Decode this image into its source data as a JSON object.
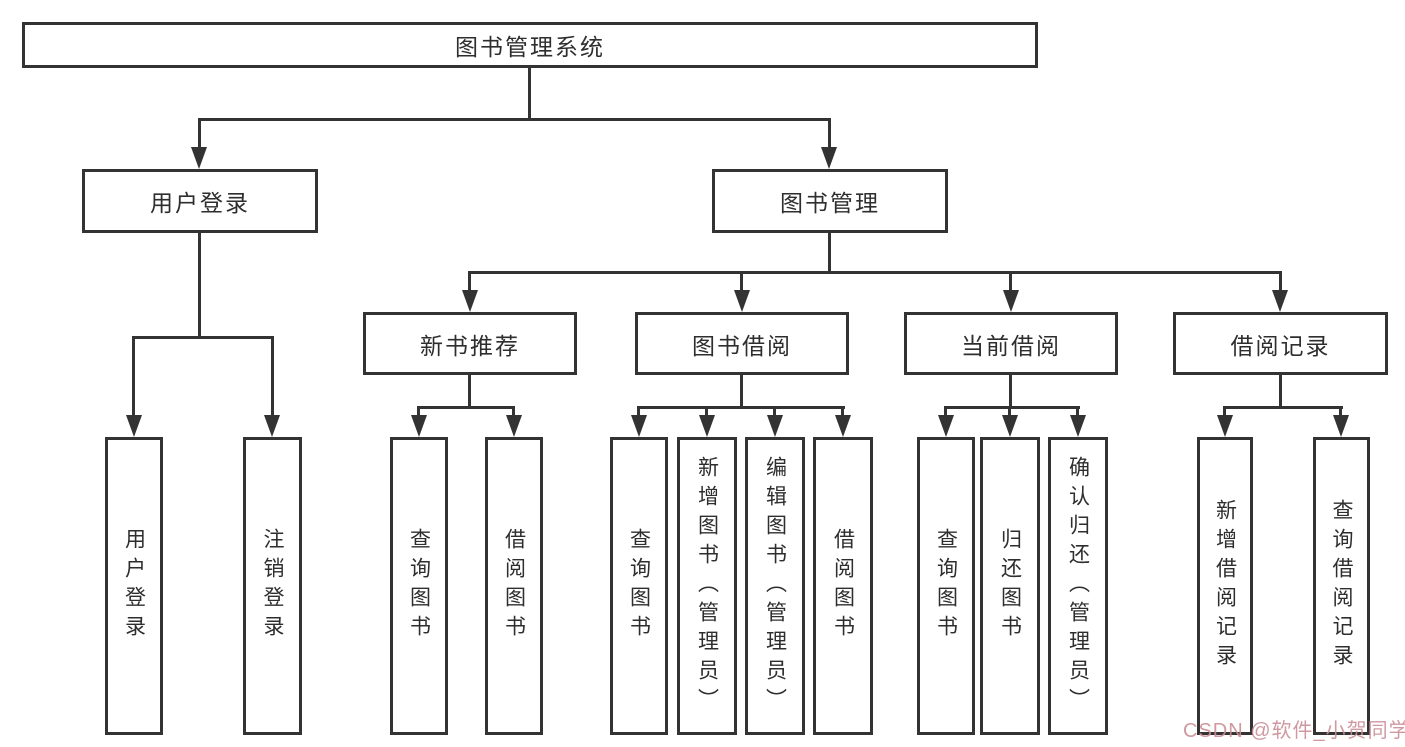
{
  "diagram_type": "hierarchy-tree",
  "tree": {
    "label": "图书管理系统",
    "children": [
      {
        "label": "用户登录",
        "children": [
          {
            "label": "用户登录"
          },
          {
            "label": "注销登录"
          }
        ]
      },
      {
        "label": "图书管理",
        "children": [
          {
            "label": "新书推荐",
            "children": [
              {
                "label": "查询图书"
              },
              {
                "label": "借阅图书"
              }
            ]
          },
          {
            "label": "图书借阅",
            "children": [
              {
                "label": "查询图书"
              },
              {
                "label": "新增图书（管理员）"
              },
              {
                "label": "编辑图书（管理员）"
              },
              {
                "label": "借阅图书"
              }
            ]
          },
          {
            "label": "当前借阅",
            "children": [
              {
                "label": "查询图书"
              },
              {
                "label": "归还图书"
              },
              {
                "label": "确认归还（管理员）"
              }
            ]
          },
          {
            "label": "借阅记录",
            "children": [
              {
                "label": "新增借阅记录"
              },
              {
                "label": "查询借阅记录"
              }
            ]
          }
        ]
      }
    ]
  },
  "watermark": {
    "text": "CSDN @软件_小贺同学",
    "color": "#c98f96"
  },
  "colors": {
    "line": "#333333",
    "box_border": "#333333",
    "box_background": "#ffffff",
    "text": "#2e2e2e",
    "page_background": "#ffffff"
  }
}
